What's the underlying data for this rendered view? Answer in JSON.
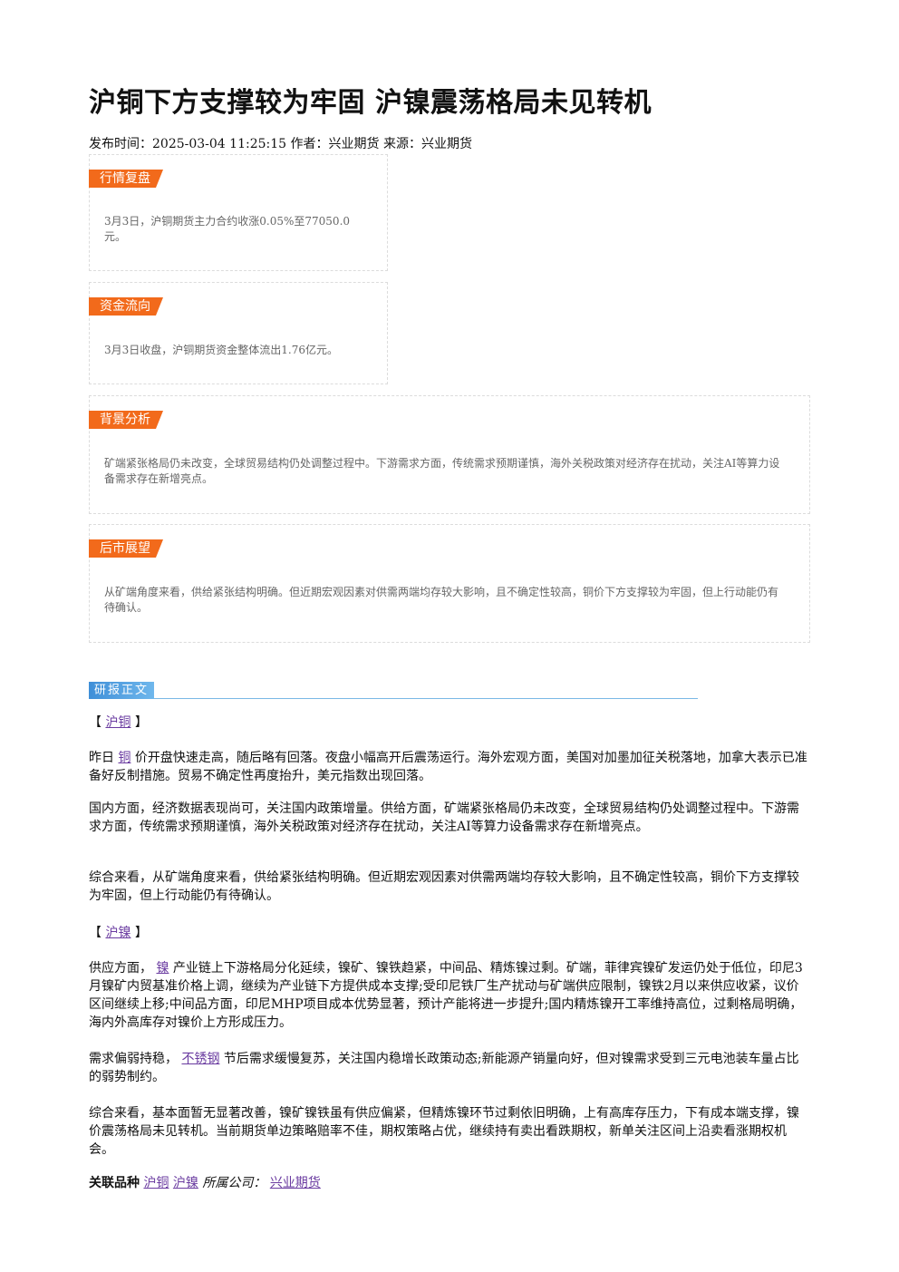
{
  "article": {
    "title": "沪铜下方支撑较为牢固 沪镍震荡格局未见转机",
    "meta": "发布时间：2025-03-04 11:25:15 作者：兴业期货 来源：兴业期货"
  },
  "summary_boxes": [
    {
      "tag": "行情复盘",
      "text": "3月3日，沪铜期货主力合约收涨0.05%至77050.0元。"
    },
    {
      "tag": "资金流向",
      "text": "3月3日收盘，沪铜期货资金整体流出1.76亿元。"
    },
    {
      "tag": "背景分析",
      "text": "矿端紧张格局仍未改变，全球贸易结构仍处调整过程中。下游需求方面，传统需求预期谨慎，海外关税政策对经济存在扰动，关注AI等算力设备需求存在新增亮点。"
    },
    {
      "tag": "后市展望",
      "text": "从矿端角度来看，供给紧张结构明确。但近期宏观因素对供需两端均存较大影响，且不确定性较高，铜价下方支撑较为牢固，但上行动能仍有待确认。"
    }
  ],
  "report": {
    "section_label": "研报正文",
    "copper": {
      "bracket_open": "【",
      "bracket_link": "沪铜",
      "bracket_close": "】",
      "p1_prefix": "昨日",
      "p1_link": "铜",
      "p1_rest": "价开盘快速走高，随后略有回落。夜盘小幅高开后震荡运行。海外宏观方面，美国对加墨加征关税落地，加拿大表示已准备好反制措施。贸易不确定性再度抬升，美元指数出现回落。",
      "p2": "国内方面，经济数据表现尚可，关注国内政策增量。供给方面，矿端紧张格局仍未改变，全球贸易结构仍处调整过程中。下游需求方面，传统需求预期谨慎，海外关税政策对经济存在扰动，关注AI等算力设备需求存在新增亮点。",
      "p3": "综合来看，从矿端角度来看，供给紧张结构明确。但近期宏观因素对供需两端均存较大影响，且不确定性较高，铜价下方支撑较为牢固，但上行动能仍有待确认。"
    },
    "nickel": {
      "bracket_open": "【",
      "bracket_link": "沪镍",
      "bracket_close": "】",
      "p1_prefix": "供应方面，",
      "p1_link": "镍",
      "p1_rest": "产业链上下游格局分化延续，镍矿、镍铁趋紧，中间品、精炼镍过剩。矿端，菲律宾镍矿发运仍处于低位，印尼3月镍矿内贸基准价格上调，继续为产业链下方提供成本支撑;受印尼铁厂生产扰动与矿端供应限制，镍铁2月以来供应收紧，议价区间继续上移;中间品方面，印尼MHP项目成本优势显著，预计产能将进一步提升;国内精炼镍开工率维持高位，过剩格局明确，海内外高库存对镍价上方形成压力。",
      "p2_prefix": "需求偏弱持稳，",
      "p2_link": "不锈钢",
      "p2_rest": "节后需求缓慢复苏，关注国内稳增长政策动态;新能源产销量向好，但对镍需求受到三元电池装车量占比的弱势制约。",
      "p3": "综合来看，基本面暂无显著改善，镍矿镍铁虽有供应偏紧，但精炼镍环节过剩依旧明确，上有高库存压力，下有成本端支撑，镍价震荡格局未见转机。当前期货单边策略赔率不佳，期权策略占优，继续持有卖出看跌期权，新单关注区间上沿卖看涨期权机会。"
    },
    "related": {
      "label": "关联品种",
      "items": [
        "沪铜",
        "沪镍"
      ],
      "company_label": "所属公司：",
      "company": "兴业期货"
    }
  }
}
